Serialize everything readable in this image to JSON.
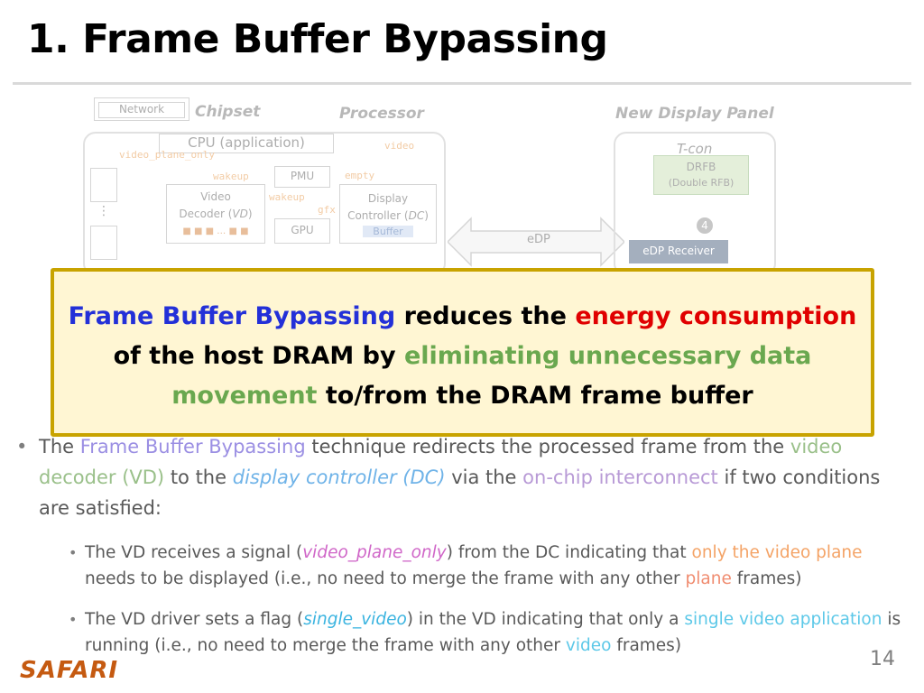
{
  "slide": {
    "title": "1. Frame Buffer Bypassing",
    "page_number": "14",
    "logo_text": "SAFARI"
  },
  "diagram": {
    "network": "Network",
    "chipset": "Chipset",
    "processor": "Processor",
    "new_display_panel": "New Display Panel",
    "cpu": "CPU (application)",
    "video_signal": "video",
    "video_plane_only": "video_plane_only",
    "wakeup1": "wakeup",
    "pmu": "PMU",
    "empty": "empty",
    "video_decoder_1": "Video",
    "video_decoder_2": "Decoder (",
    "vd": "VD",
    "video_decoder_3": ")",
    "wakeup2": "wakeup",
    "display_controller_1": "Display",
    "display_controller_2": "Controller (",
    "dc": "DC",
    "display_controller_3": ")",
    "gfx": "gfx",
    "gpu": "GPU",
    "buffer": "Buffer",
    "ellipsis": "⋮",
    "vd_dots": "■ ■ ■ … ■ ■",
    "edp": "eDP",
    "tcon": "T-con",
    "drfb_1": "DRFB",
    "drfb_2": "(Double RFB)",
    "step4": "4",
    "edp_receiver": "eDP Receiver"
  },
  "callout": {
    "p1": "Frame Buffer Bypassing",
    "p2": "reduces the",
    "p3": "energy consumption",
    "p4": "of the host DRAM by",
    "p5": "eliminating unnecessary data movement",
    "p6": "to/from the DRAM frame buffer"
  },
  "bullets": {
    "main": {
      "t1": "The",
      "t2": "Frame Buffer Bypassing",
      "t3": "technique redirects the processed frame from the",
      "t4": "video decoder (VD)",
      "t5": "to the",
      "t6": "display controller (DC)",
      "t7": "via the",
      "t8": "on-chip interconnect",
      "t9": "if two conditions are satisfied:"
    },
    "sub1": {
      "t1": "The VD receives a signal (",
      "t2": "video_plane_only",
      "t3": ") from the DC indicating that",
      "t4": "only the video plane",
      "t5": "needs to be displayed (i.e., no need to merge the frame with any other",
      "t6": "plane",
      "t7": "frames)"
    },
    "sub2": {
      "t1": "The VD driver sets a flag (",
      "t2": "single_video",
      "t3": ") in the VD indicating that only a",
      "t4": "single video application",
      "t5": "is running (i.e., no need to merge the frame with any other",
      "t6": "video",
      "t7": "frames)"
    }
  },
  "colors": {
    "callout_border": "#c8a300",
    "callout_fill": "#fff6d3",
    "highlight_blue": "#2330d8",
    "highlight_red": "#e00000",
    "highlight_green": "#6aa84f",
    "logo": "#c55a11"
  }
}
